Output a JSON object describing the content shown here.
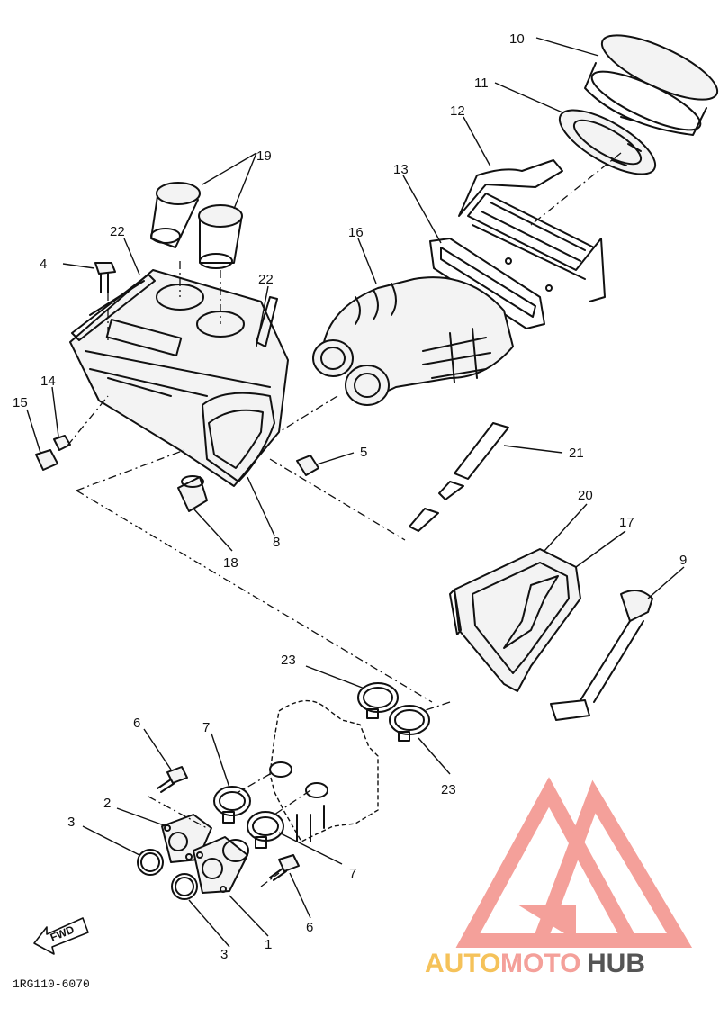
{
  "diagram": {
    "callouts": {
      "p1": "1",
      "p2": "2",
      "p3a": "3",
      "p3b": "3",
      "p4": "4",
      "p5": "5",
      "p6a": "6",
      "p6b": "6",
      "p7a": "7",
      "p7b": "7",
      "p8": "8",
      "p9": "9",
      "p10": "10",
      "p11": "11",
      "p12": "12",
      "p13": "13",
      "p14": "14",
      "p15": "15",
      "p16": "16",
      "p17": "17",
      "p18": "18",
      "p19": "19",
      "p20": "20",
      "p21": "21",
      "p22a": "22",
      "p22b": "22",
      "p23a": "23",
      "p23b": "23"
    },
    "figure_code": "1RG110-6070",
    "fwd_label": "FWD"
  },
  "watermark": {
    "part1": "AUTO",
    "part2": "MOTO",
    "part3": "HUB",
    "color_primary": "#f4a09a",
    "color_secondary": "#f5c25a",
    "color_dark": "#555555"
  }
}
